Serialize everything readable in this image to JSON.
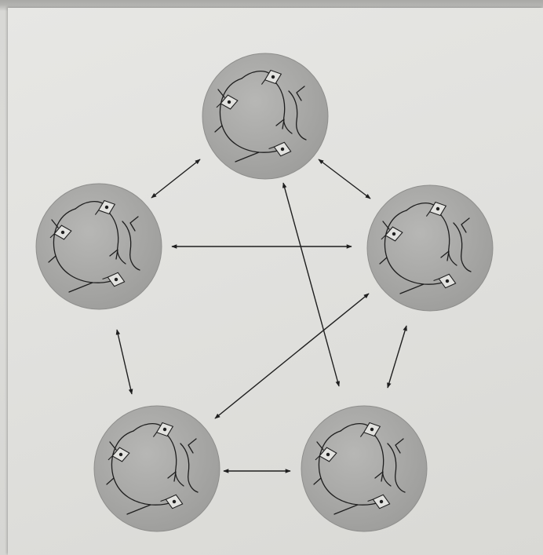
{
  "diagram": {
    "nodes": [
      {
        "id": "top"
      },
      {
        "id": "left"
      },
      {
        "id": "right"
      },
      {
        "id": "bottom-left"
      },
      {
        "id": "bottom-right"
      }
    ],
    "edges": [
      {
        "from": "top",
        "to": "left",
        "bidirectional": true
      },
      {
        "from": "top",
        "to": "right",
        "bidirectional": true
      },
      {
        "from": "top",
        "to": "bottom-right",
        "bidirectional": true
      },
      {
        "from": "left",
        "to": "right",
        "bidirectional": true
      },
      {
        "from": "left",
        "to": "bottom-left",
        "bidirectional": true
      },
      {
        "from": "right",
        "to": "bottom-left",
        "bidirectional": true
      },
      {
        "from": "right",
        "to": "bottom-right",
        "bidirectional": true
      },
      {
        "from": "bottom-left",
        "to": "bottom-right",
        "bidirectional": true
      }
    ],
    "colors": {
      "node_fill": "#a8a8a6",
      "node_edge": "#8e8e8c",
      "ink": "#1e1e1e",
      "paper": "#e2e2df"
    }
  }
}
